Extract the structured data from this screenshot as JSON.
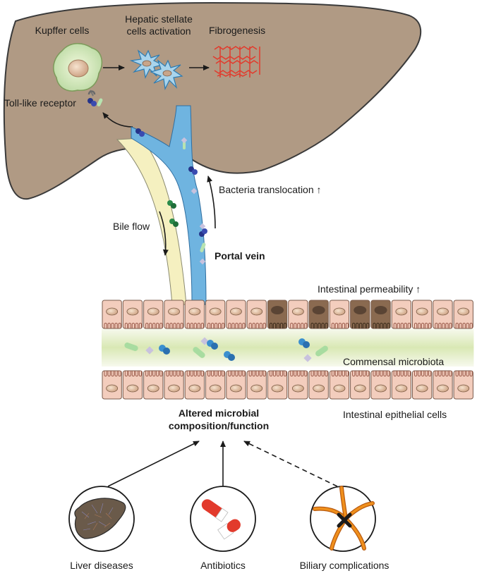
{
  "liver": {
    "kupffer_cells": "Kupffer cells",
    "stellate_line1": "Hepatic stellate",
    "stellate_line2": "cells activation",
    "fibrogenesis": "Fibrogenesis",
    "toll_like_receptor": "Toll-like receptor"
  },
  "vessels": {
    "bacteria_translocation": "Bacteria translocation ↑",
    "bile_flow": "Bile flow",
    "portal_vein": "Portal vein"
  },
  "intestine": {
    "permeability": "Intestinal permeability ↑",
    "commensal_microbiota": "Commensal microbiota",
    "epithelial_cells": "Intestinal epithelial cells",
    "altered_line1": "Altered microbial",
    "altered_line2": "composition/function"
  },
  "causes": [
    {
      "label": "Liver diseases",
      "icon": "liver-tissue-icon"
    },
    {
      "label": "Antibiotics",
      "icon": "capsule-icon"
    },
    {
      "label": "Biliary complications",
      "icon": "blocked-duct-icon"
    }
  ],
  "colors": {
    "liver": "#b09a84",
    "bile_duct": "#f5f0c0",
    "portal_vein": "#6fb4e0",
    "cell": "#f3cdbd",
    "lumen": "#e6f0cc",
    "fibrosis": "#e23a2c"
  }
}
